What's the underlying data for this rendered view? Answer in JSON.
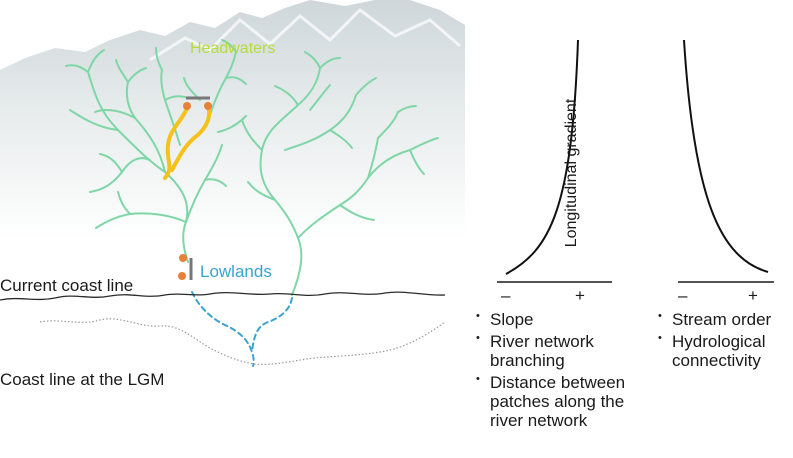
{
  "labels": {
    "headwaters": "Headwaters",
    "lowlands": "Lowlands",
    "current_coast": "Current coast line",
    "lgm_coast": "Coast line at the LGM",
    "longitudinal_gradient": "Longitudinal gradient"
  },
  "axes": {
    "minus": "–",
    "plus": "+"
  },
  "left_graph_items": [
    "Slope",
    "River network\nbranching",
    "Distance between\npatches along the\nriver network"
  ],
  "right_graph_items": [
    "Stream order",
    "Hydrological\nconnectivity"
  ],
  "colors": {
    "river": "#7fd6a6",
    "headwater_path": "#f5c21b",
    "node": "#e8803a",
    "submerged_river": "#3aa3cf",
    "gradient_top": "#c6e03c",
    "gradient_bottom": "#37a9d6"
  }
}
